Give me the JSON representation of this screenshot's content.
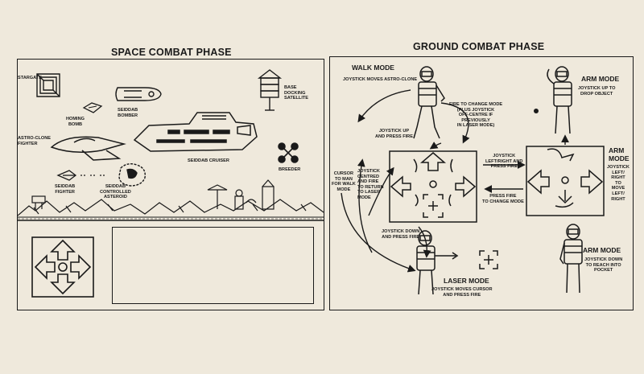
{
  "space": {
    "title": "SPACE COMBAT PHASE",
    "labels": {
      "stargate": "STARGATE",
      "homing_bomb": "HOMING\nBOMB",
      "seiddab_bomber": "SEIDDAB\nBOMBER",
      "base_satellite": "BASE\nDOCKING\nSATELLITE",
      "astro_clone_fighter": "ASTRO-CLONE\nFIGHTER",
      "seiddab_cruiser": "SEIDDAB CRUISER",
      "breeder": "BREEDER",
      "seiddab_fighter": "SEIDDAB\nFIGHTER",
      "seiddab_asteroid": "SEIDDAB\nCONTROLLED\nASTEROID"
    }
  },
  "ground": {
    "title": "GROUND COMBAT PHASE",
    "walk_mode": {
      "title": "WALK MODE",
      "desc": "JOYSTICK MOVES ASTRO-CLONE"
    },
    "arm_mode_top": {
      "title": "ARM MODE",
      "desc": "JOYSTICK UP TO\nDROP OBJECT"
    },
    "arm_mode_right": {
      "title": "ARM\nMODE",
      "desc": "JOYSTICK\nLEFT/\nRIGHT\nTO\nMOVE\nLEFT/\nRIGHT"
    },
    "arm_mode_bottom": {
      "title": "ARM MODE",
      "desc": "JOYSTICK DOWN\nTO REACH INTO\nPOCKET"
    },
    "laser_mode": {
      "title": "LASER MODE",
      "desc": "JOYSTICK MOVES CURSOR\nAND PRESS FIRE"
    },
    "notes": {
      "fire_change": "FIRE TO CHANGE MODE\n(PLUS JOYSTICK\nOFF-CENTRE IF\nPREVIOUSLY\nIN LASER MODE)",
      "joy_up_fire": "JOYSTICK UP\nAND PRESS FIRE",
      "joy_lr_fire": "JOYSTICK\nLEFT/RIGHT AND\nPRESS FIRE",
      "cursor_man": "CURSOR\nTO MAN\nFOR WALK\nMODE",
      "joy_centred": "JOYSTICK\nCENTRED\nAND FIRE\nTO RETURN\nTO LASER\nMODE",
      "press_fire_change": "PRESS FIRE\nTO CHANGE MODE",
      "joy_down_fire": "JOYSTICK DOWN\nAND PRESS FIRE"
    }
  },
  "colors": {
    "paper": "#efe9dc",
    "ink": "#1a1a1a"
  }
}
